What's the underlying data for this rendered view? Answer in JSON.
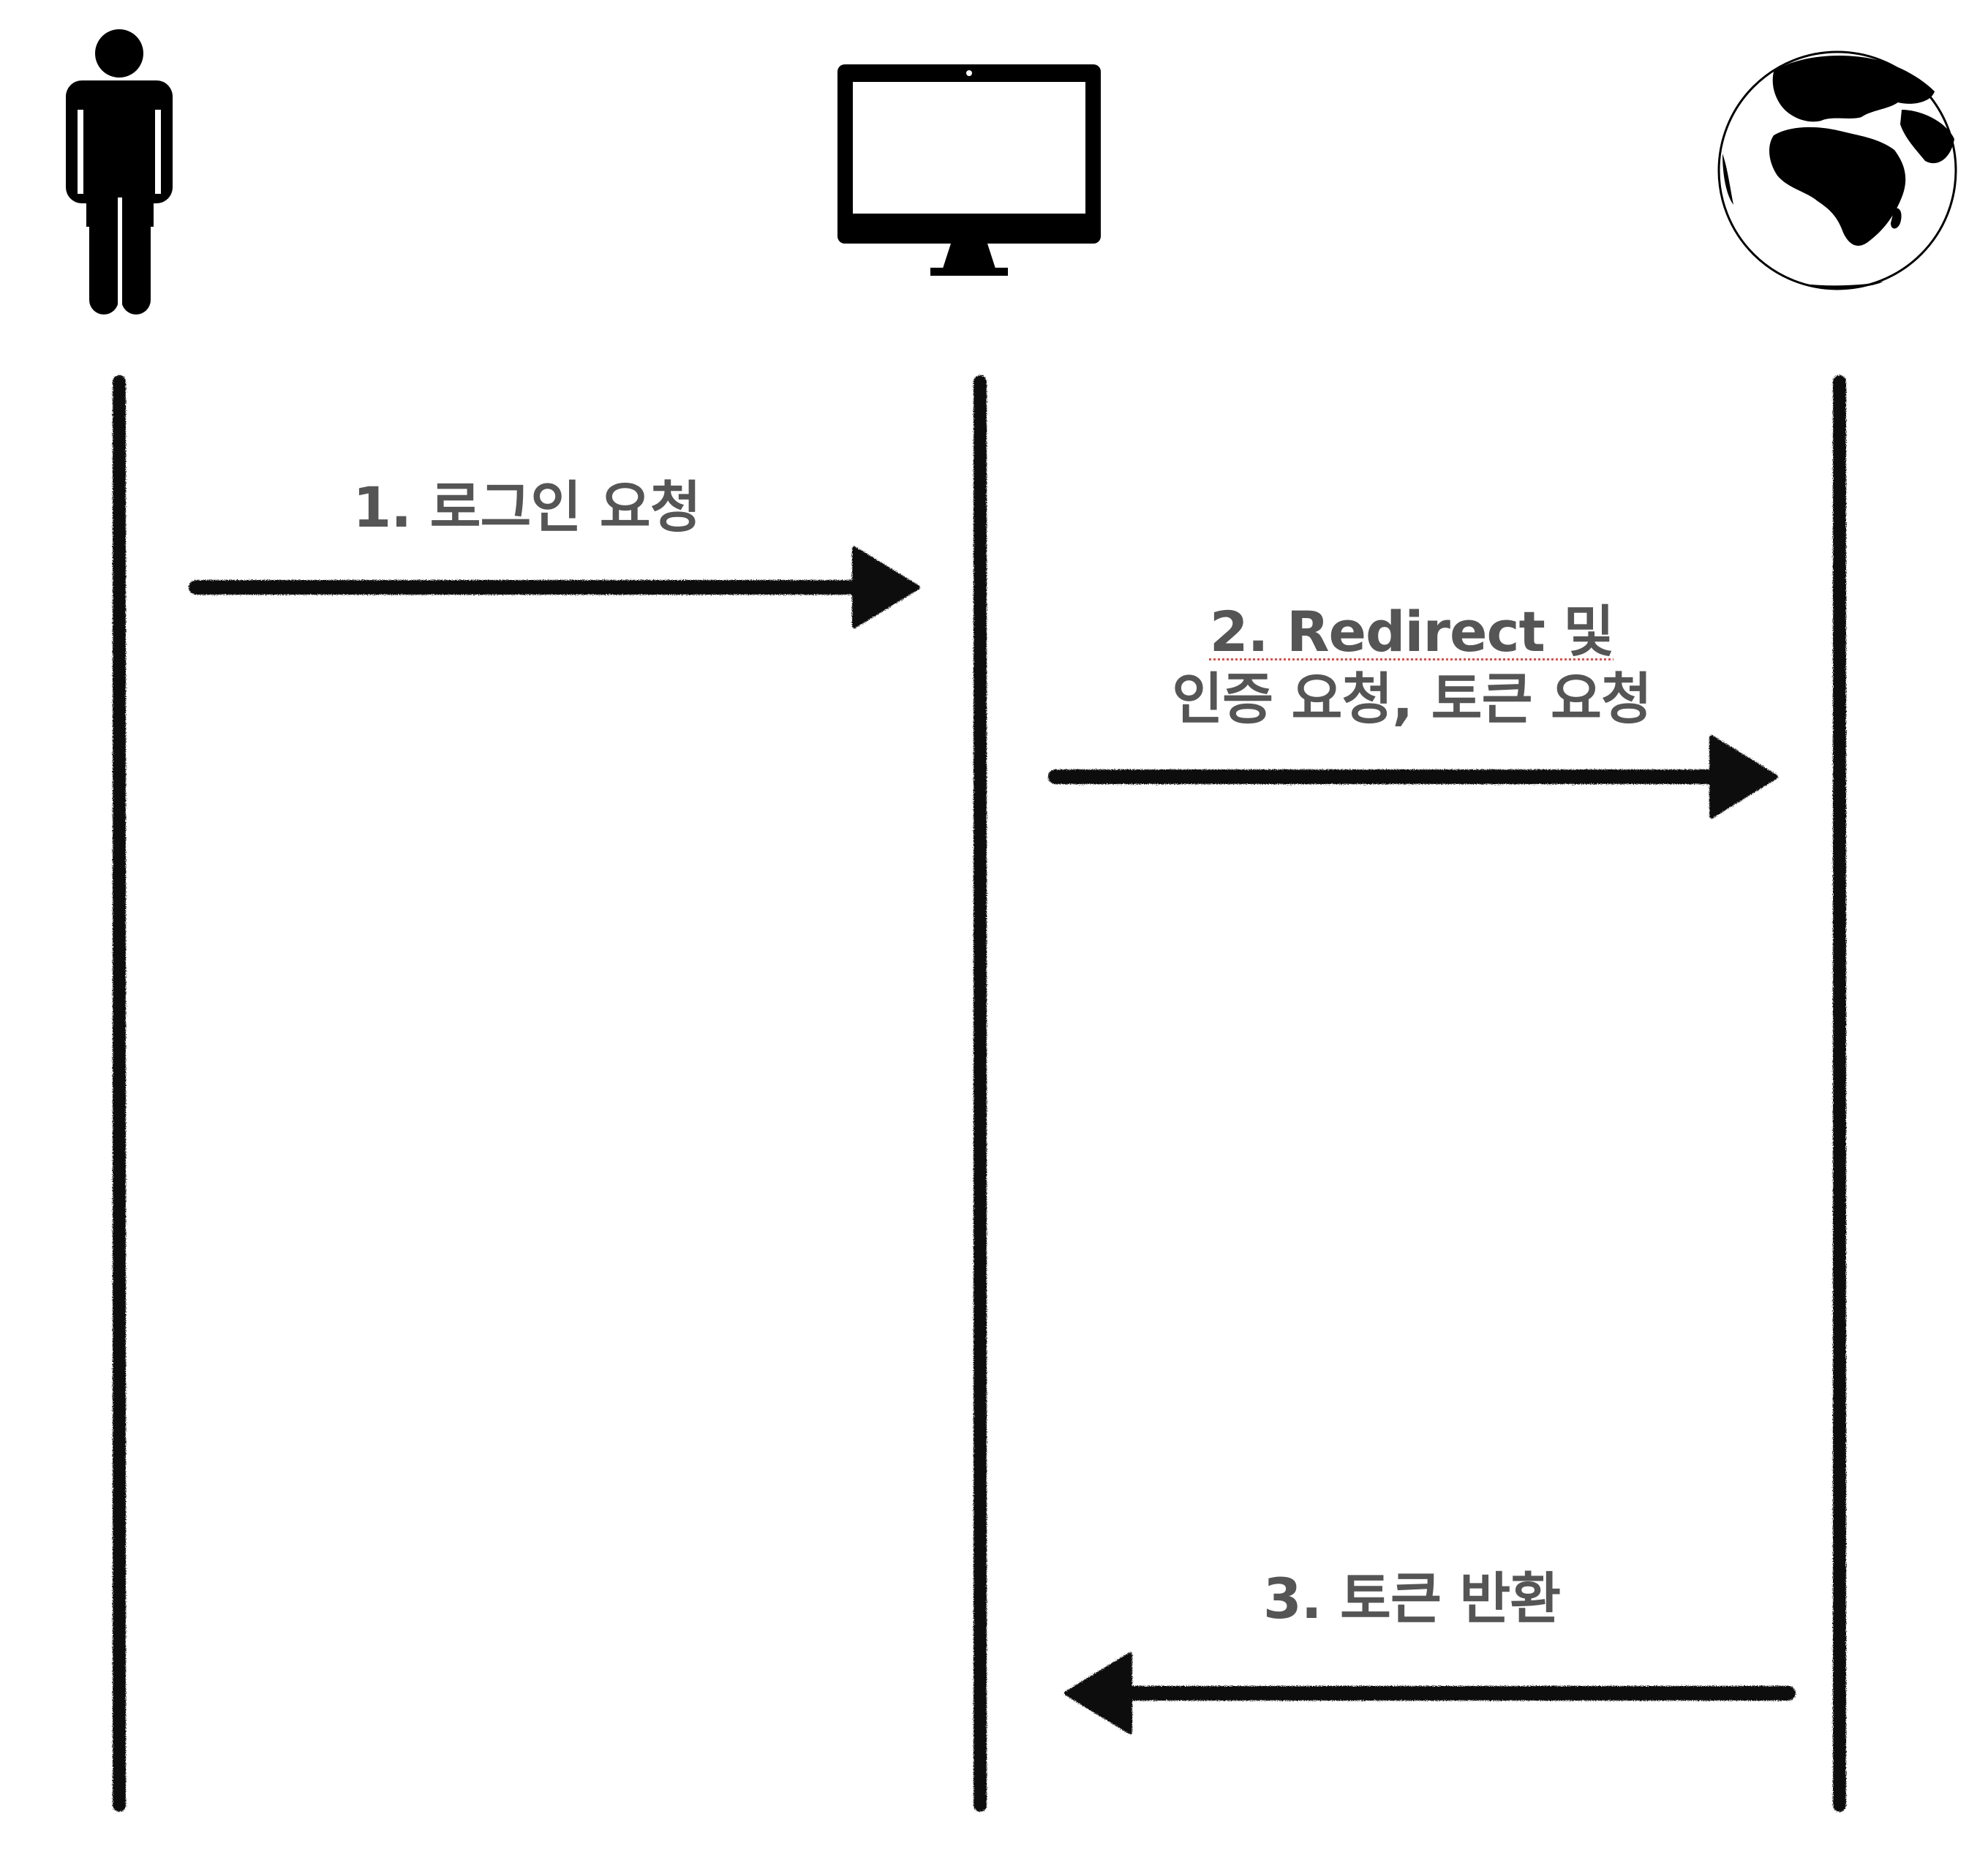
{
  "participants": [
    {
      "id": "user",
      "icon": "person-icon"
    },
    {
      "id": "client",
      "icon": "monitor-icon"
    },
    {
      "id": "server",
      "icon": "globe-icon"
    }
  ],
  "messages": [
    {
      "id": "login-request",
      "from": "user",
      "to": "client",
      "lines": [
        "1. 로그인 요청"
      ]
    },
    {
      "id": "redirect-auth-request",
      "from": "client",
      "to": "server",
      "lines": [
        "2. Redirect 및",
        "인증 요청, 토큰 요청"
      ]
    },
    {
      "id": "token-return",
      "from": "server",
      "to": "client",
      "lines": [
        "3. 토큰 반환"
      ]
    }
  ],
  "colors": {
    "line": "#111111",
    "label": "#555555",
    "spellcheck": "#d9534f"
  }
}
